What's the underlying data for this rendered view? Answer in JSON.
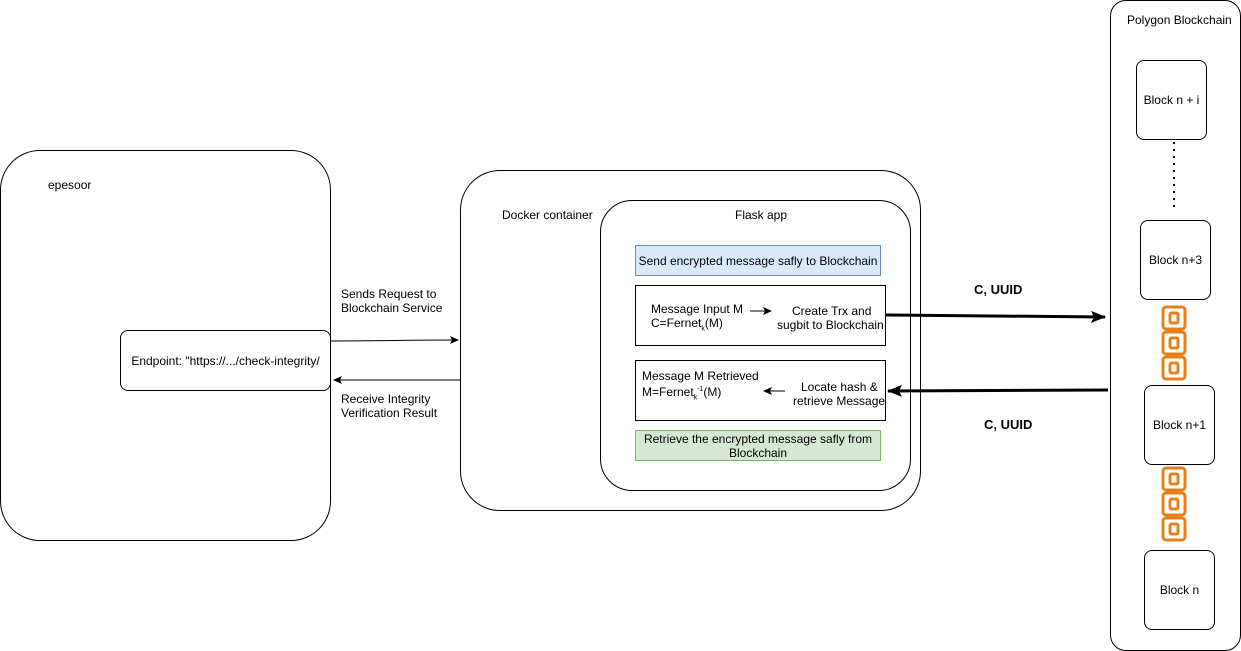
{
  "client": {
    "label": "epesoor",
    "endpoint": "Endpoint: \"https://.../check-integrity/"
  },
  "arrows": {
    "request_line1": "Sends Request to",
    "request_line2": "Blockchain Service",
    "result_line1": "Receive Integrity",
    "result_line2": "Verification Result",
    "to_chain_label": "C, UUID",
    "from_chain_label": "C, UUID"
  },
  "docker": {
    "label": "Docker container"
  },
  "flask": {
    "label": "Flask app",
    "send_header": "Send encrypted message safly to Blockchain",
    "store": {
      "input_line1": "Message Input M",
      "input_line2_prefix": "C=Fernet",
      "input_line2_sub": "k",
      "input_line2_suffix": "(M)",
      "action_line1": "Create Trx and",
      "action_line2": "sugbit to Blockchain"
    },
    "retrieve": {
      "output_line1": "Message M Retrieved",
      "output_line2_prefix": "M=Fernet",
      "output_line2_sub": "k",
      "output_line2_sup": "-1",
      "output_line2_suffix": "(M)",
      "action_line1": "Locate hash &",
      "action_line2": "retrieve Message"
    },
    "retrieve_header": "Retrieve the encrypted message safly from Blockchain"
  },
  "blockchain": {
    "label": "Polygon Blockchain",
    "blocks": [
      "Block n + i",
      "Block n+3",
      "Block n+1",
      "Block n"
    ]
  },
  "colors": {
    "send_header_fill": "#dae8fc",
    "send_header_border": "#6c8ebf",
    "retrieve_header_fill": "#d5e8d4",
    "retrieve_header_border": "#82b366",
    "chain_link": "#e8801a"
  }
}
